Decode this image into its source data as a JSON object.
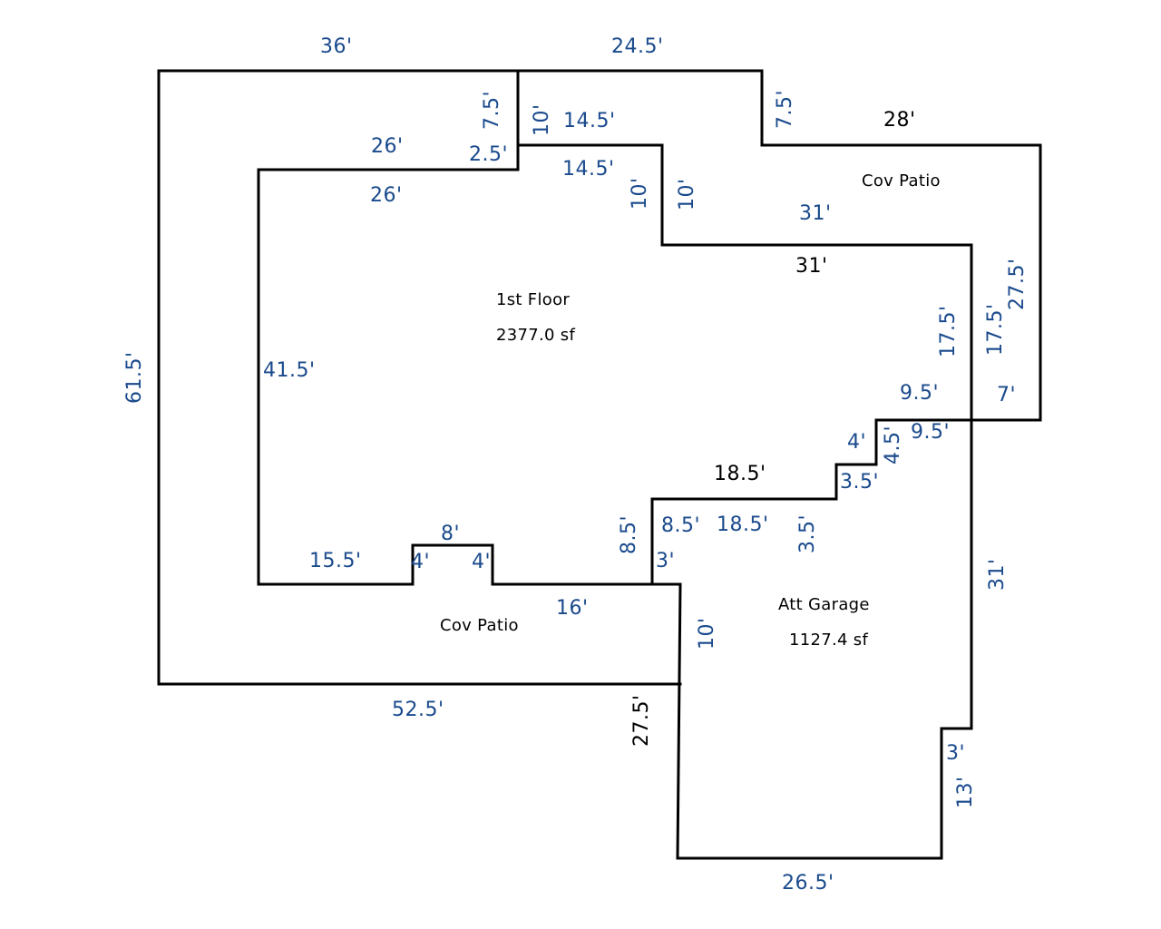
{
  "colors": {
    "dimension_text": "#1a4a8c",
    "accent_dimension_text": "#000000",
    "walls": "#000000",
    "background": "#ffffff"
  },
  "areas": {
    "first_floor": {
      "name": "1st Floor",
      "area": "2377.0 sf"
    },
    "att_garage": {
      "name": "Att Garage",
      "area": "1127.4 sf"
    },
    "cov_patio_top": {
      "name": "Cov Patio"
    },
    "cov_patio_bottom": {
      "name": "Cov Patio"
    }
  },
  "dimensions": {
    "d_36": "36'",
    "d_24_5": "24.5'",
    "d_7_5_a": "7.5'",
    "d_10_a": "10'",
    "d_14_5_a": "14.5'",
    "d_7_5_b": "7.5'",
    "d_28": "28'",
    "d_26_a": "26'",
    "d_2_5": "2.5'",
    "d_14_5_b": "14.5'",
    "d_26_b": "26'",
    "d_10_b": "10'",
    "d_10_c": "10'",
    "d_31_a": "31'",
    "d_31_b": "31'",
    "d_27_5_a": "27.5'",
    "d_17_5_a": "17.5'",
    "d_17_5_b": "17.5'",
    "d_61_5": "61.5'",
    "d_41_5": "41.5'",
    "d_9_5_a": "9.5'",
    "d_7": "7'",
    "d_4_a": "4'",
    "d_4_5": "4.5'",
    "d_9_5_b": "9.5'",
    "d_18_5_a": "18.5'",
    "d_3_5_a": "3.5'",
    "d_8": "8'",
    "d_8_5_a": "8.5'",
    "d_8_5_b": "8.5'",
    "d_18_5_b": "18.5'",
    "d_3_5_b": "3.5'",
    "d_15_5": "15.5'",
    "d_4_b": "4'",
    "d_4_c": "4'",
    "d_3_a": "3'",
    "d_16": "16'",
    "d_31_c": "31'",
    "d_10_d": "10'",
    "d_52_5": "52.5'",
    "d_27_5_b": "27.5'",
    "d_3_b": "3'",
    "d_13": "13'",
    "d_26_5": "26.5'"
  }
}
